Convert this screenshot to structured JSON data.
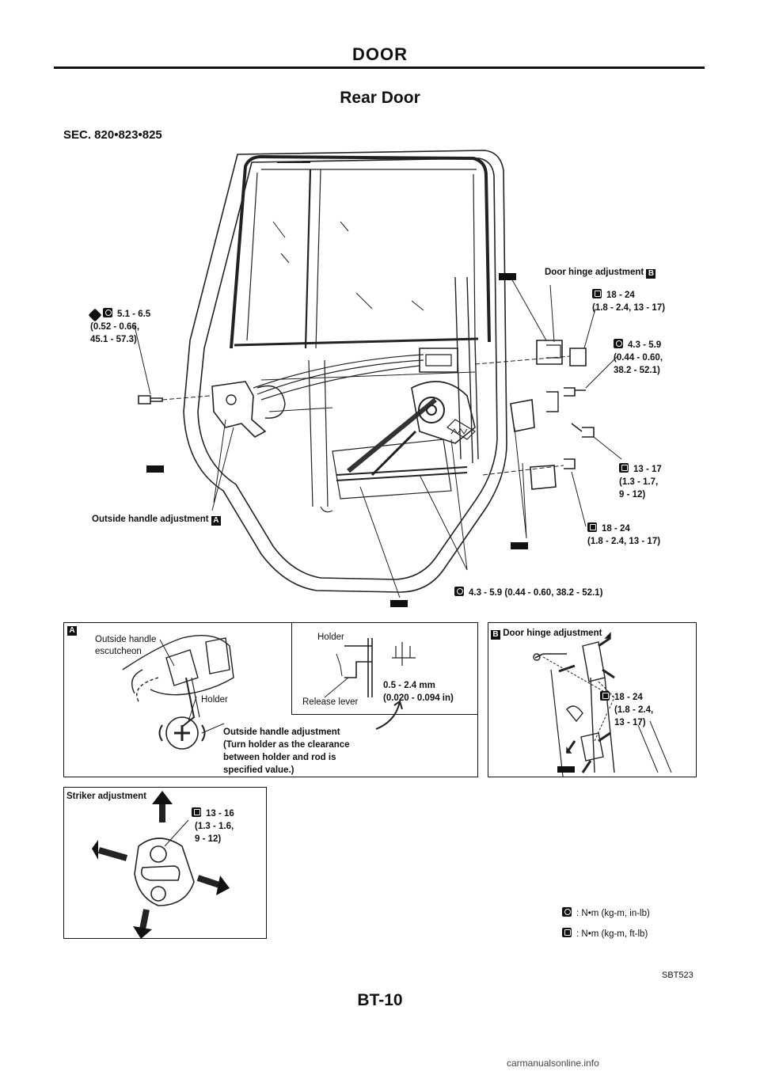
{
  "header": {
    "section": "DOOR"
  },
  "page_title": "Rear Door",
  "section_code": "SEC. 820•823•825",
  "main_callouts": {
    "left_torque": "5.1 - 6.5\n(0.52 - 0.66,\n45.1 - 57.3)",
    "door_hinge": "Door hinge adjustment",
    "hinge_box": "B",
    "hinge_bolt": "18 - 24\n(1.8 - 2.4, 13 - 17)",
    "upper_bolt": "4.3 - 5.9\n(0.44 - 0.60,\n38.2 - 52.1)",
    "mid_bolt": "13 - 17\n(1.3 - 1.7,\n9 - 12)",
    "low_bolt": "18 - 24\n(1.8 - 2.4, 13 - 17)",
    "bottom_bolt": "4.3 - 5.9 (0.44 - 0.60, 38.2 - 52.1)",
    "outside_handle": "Outside handle adjustment",
    "outside_box": "A"
  },
  "detail_a": {
    "box": "A",
    "escutcheon": "Outside handle\nescutcheon",
    "holder": "Holder",
    "holder2": "Holder",
    "release_lever": "Release lever",
    "clearance": "0.5 - 2.4 mm\n(0.020 - 0.094 in)",
    "note": "Outside handle adjustment\n(Turn holder as the clearance\nbetween holder and rod is\nspecified value.)"
  },
  "detail_b": {
    "box": "B",
    "title": "Door hinge adjustment",
    "torque": "18 - 24\n(1.8 - 2.4,\n13 - 17)"
  },
  "striker": {
    "title": "Striker adjustment",
    "torque": "13 - 16\n(1.3 - 1.6,\n9 - 12)"
  },
  "legend": {
    "in_lb": ": N•m (kg-m, in-lb)",
    "ft_lb": ": N•m (kg-m, ft-lb)"
  },
  "figure_code": "SBT523",
  "page_number": "BT-10",
  "watermark": "carmanualsonline.info"
}
